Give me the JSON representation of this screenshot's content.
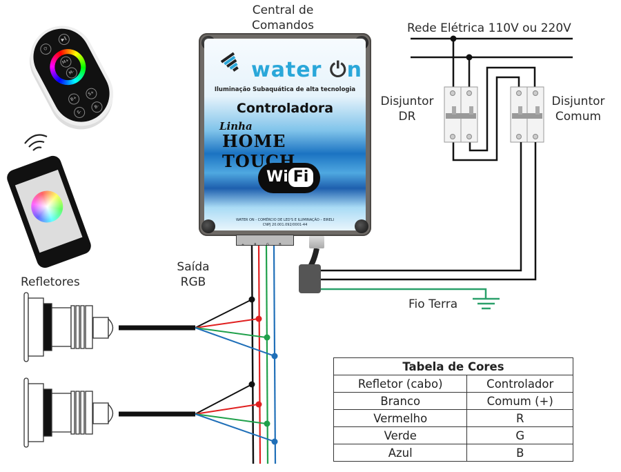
{
  "labels": {
    "central": [
      "Central de",
      "Comandos"
    ],
    "rede": "Rede Elétrica 110V ou 220V",
    "disjuntor_dr": [
      "Disjuntor",
      "DR"
    ],
    "disjuntor_comum": [
      "Disjuntor",
      "Comum"
    ],
    "fio_terra": "Fio Terra",
    "saida_rgb": [
      "Saída",
      "RGB"
    ],
    "refletores": "Refletores"
  },
  "controller": {
    "brand": "water",
    "brand_suffix": "n",
    "tagline": "Iluminação Subaquática de alta tecnologia",
    "title": "Controladora",
    "line_prefix": "Linha",
    "line_name": "HOME TOUCH",
    "wifi_left": "Wi",
    "wifi_right": "Fi",
    "company_line1": "WATER ON - COMÉRCIO DE LED'S E ILUMINAÇÃO – EIRELI",
    "company_line2": "CNPJ 20.001.092/0001-44",
    "terminals": [
      "+",
      "R",
      "G",
      "B"
    ]
  },
  "remote": {
    "buttons": [
      "⏻",
      "▶‖",
      "M+",
      "M-",
      "B+",
      "S+",
      "S-",
      "B-"
    ]
  },
  "wire_colors": {
    "common": "#111111",
    "red": "#e02020",
    "green": "#1fa04a",
    "blue": "#1f6fb8",
    "ground": "#2aa06a"
  },
  "color_table": {
    "title": "Tabela de Cores",
    "headers": [
      "Refletor (cabo)",
      "Controlador"
    ],
    "rows": [
      [
        "Branco",
        "Comum (+)"
      ],
      [
        "Vermelho",
        "R"
      ],
      [
        "Verde",
        "G"
      ],
      [
        "Azul",
        "B"
      ]
    ]
  }
}
